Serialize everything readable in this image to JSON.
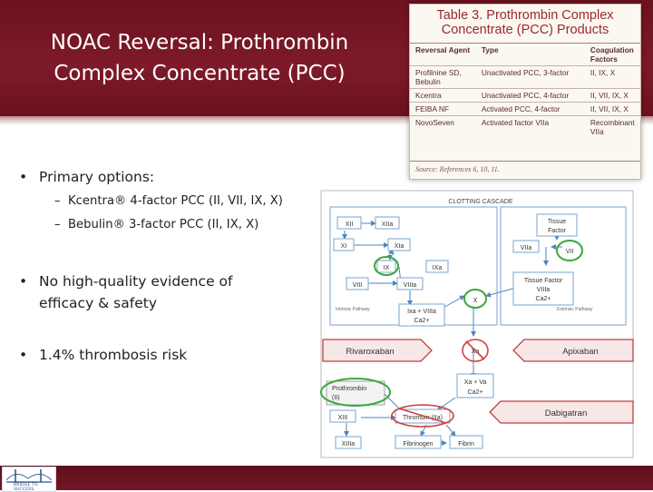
{
  "slide": {
    "title_lines": [
      "NOAC Reversal: Prothrombin",
      "Complex Concentrate (PCC)"
    ]
  },
  "table": {
    "title_lines": [
      "Table 3. Prothrombin Complex",
      "Concentrate (PCC) Products"
    ],
    "headers": [
      "Reversal Agent",
      "Type",
      "Coagulation Factors"
    ],
    "rows": [
      [
        "Profilnine SD, Bebulin",
        "Unactivated PCC, 3-factor",
        "II, IX, X"
      ],
      [
        "Kcentra",
        "Unactivated PCC, 4-factor",
        "II, VII, IX, X"
      ],
      [
        "FEIBA NF",
        "Activated PCC, 4-factor",
        "II, VII, IX, X"
      ],
      [
        "NovoSeven",
        "Activated factor VIIa",
        "Recombinant VIIa"
      ]
    ],
    "source": "Source: References 6, 10, 11."
  },
  "bullets": {
    "primary": "Primary options:",
    "sub": [
      "Kcentra® 4-factor PCC (II, VII, IX, X)",
      "Bebulin® 3-factor PCC (II, IX, X)"
    ],
    "evidence_lines": [
      "No high-quality evidence of",
      "efficacy & safety"
    ],
    "risk": "1.4% thrombosis risk"
  },
  "diagram": {
    "title": "CLOTTING CASCADE",
    "nodes": {
      "xii": "XII",
      "xiia": "XIIa",
      "xi": "XI",
      "xia": "XIa",
      "ix": "IX",
      "ixa": "IXa",
      "viii": "VIII",
      "viiia": "VIIIa",
      "ixa_viiia_1": "Ixa + VIIIa",
      "ixa_viiia_2": "Ca2+",
      "tissue_factor_1": "Tissue",
      "tissue_factor_2": "Factor",
      "viia": "VIIa",
      "vii": "VII",
      "tf_complex_1": "Tissue Factor",
      "tf_complex_2": "VIIIa",
      "tf_complex_3": "Ca2+",
      "x": "X",
      "xa": "Xa",
      "xa_va_1": "Xa + Va",
      "xa_va_2": "Ca2+",
      "prothrombin_1": "Prothrombin",
      "prothrombin_2": "(II)",
      "thrombin": "Thrombin (IIa)",
      "xiii": "XIII",
      "xiiia": "XIIIa",
      "fibrinogen": "Fibrinogen",
      "fibrin": "Fibrin"
    },
    "pathway_labels": {
      "intrinsic": "Intrinsic Pathway",
      "extrinsic": "Extrinsic Pathway"
    },
    "drugs": {
      "rivaroxaban": "Rivaroxaban",
      "apixaban": "Apixaban",
      "dabigatran": "Dabigatran"
    }
  },
  "footer": {
    "logo_text": "BRIDGE TO SUCCESS"
  },
  "colors": {
    "header": "#7d1a29",
    "highlight_circle": "#3ca63c",
    "inhibit_circle": "#d04040",
    "drug_box": "#f7e7e7",
    "cascade_line": "#4b86c2"
  }
}
